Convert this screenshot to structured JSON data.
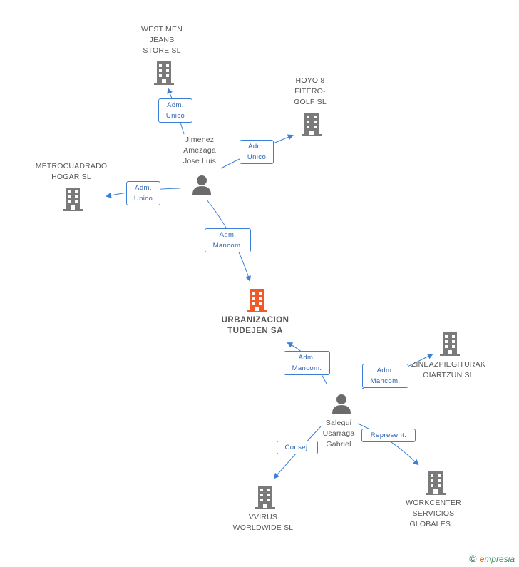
{
  "colors": {
    "edge": "#3a7fd5",
    "building": "#7a7a7a",
    "main_building": "#f05a28",
    "person": "#6b6b6b"
  },
  "companies": {
    "west_men": [
      "WEST MEN",
      "JEANS",
      "STORE SL"
    ],
    "hoyo8": [
      "HOYO 8",
      "FITERO-",
      "GOLF  SL"
    ],
    "metrocuadrado": [
      "METROCUADRADO",
      "HOGAR SL"
    ],
    "urbanizacion": [
      "URBANIZACION",
      "TUDEJEN SA"
    ],
    "zineaz": [
      "ZINEAZPIEGITURAK",
      "OIARTZUN SL"
    ],
    "vvirus": [
      "VVIRUS",
      "WORLDWIDE SL"
    ],
    "workcenter": [
      "WORKCENTER",
      "SERVICIOS",
      "GLOBALES..."
    ]
  },
  "persons": {
    "jimenez": [
      "Jimenez",
      "Amezaga",
      "Jose Luis"
    ],
    "salegui": [
      "Salegui",
      "Usarraga",
      "Gabriel"
    ]
  },
  "relations": {
    "r1": [
      "Adm.",
      "Unico"
    ],
    "r2": [
      "Adm.",
      "Unico"
    ],
    "r3": [
      "Adm.",
      "Unico"
    ],
    "r4": [
      "Adm.",
      "Mancom."
    ],
    "r5": [
      "Adm.",
      "Mancom."
    ],
    "r6": [
      "Adm.",
      "Mancom."
    ],
    "r7": [
      "Consej."
    ],
    "r8": [
      "Represent."
    ]
  },
  "footer": {
    "copyright": "©",
    "brand_e": "e",
    "brand_rest": "mpresia"
  }
}
